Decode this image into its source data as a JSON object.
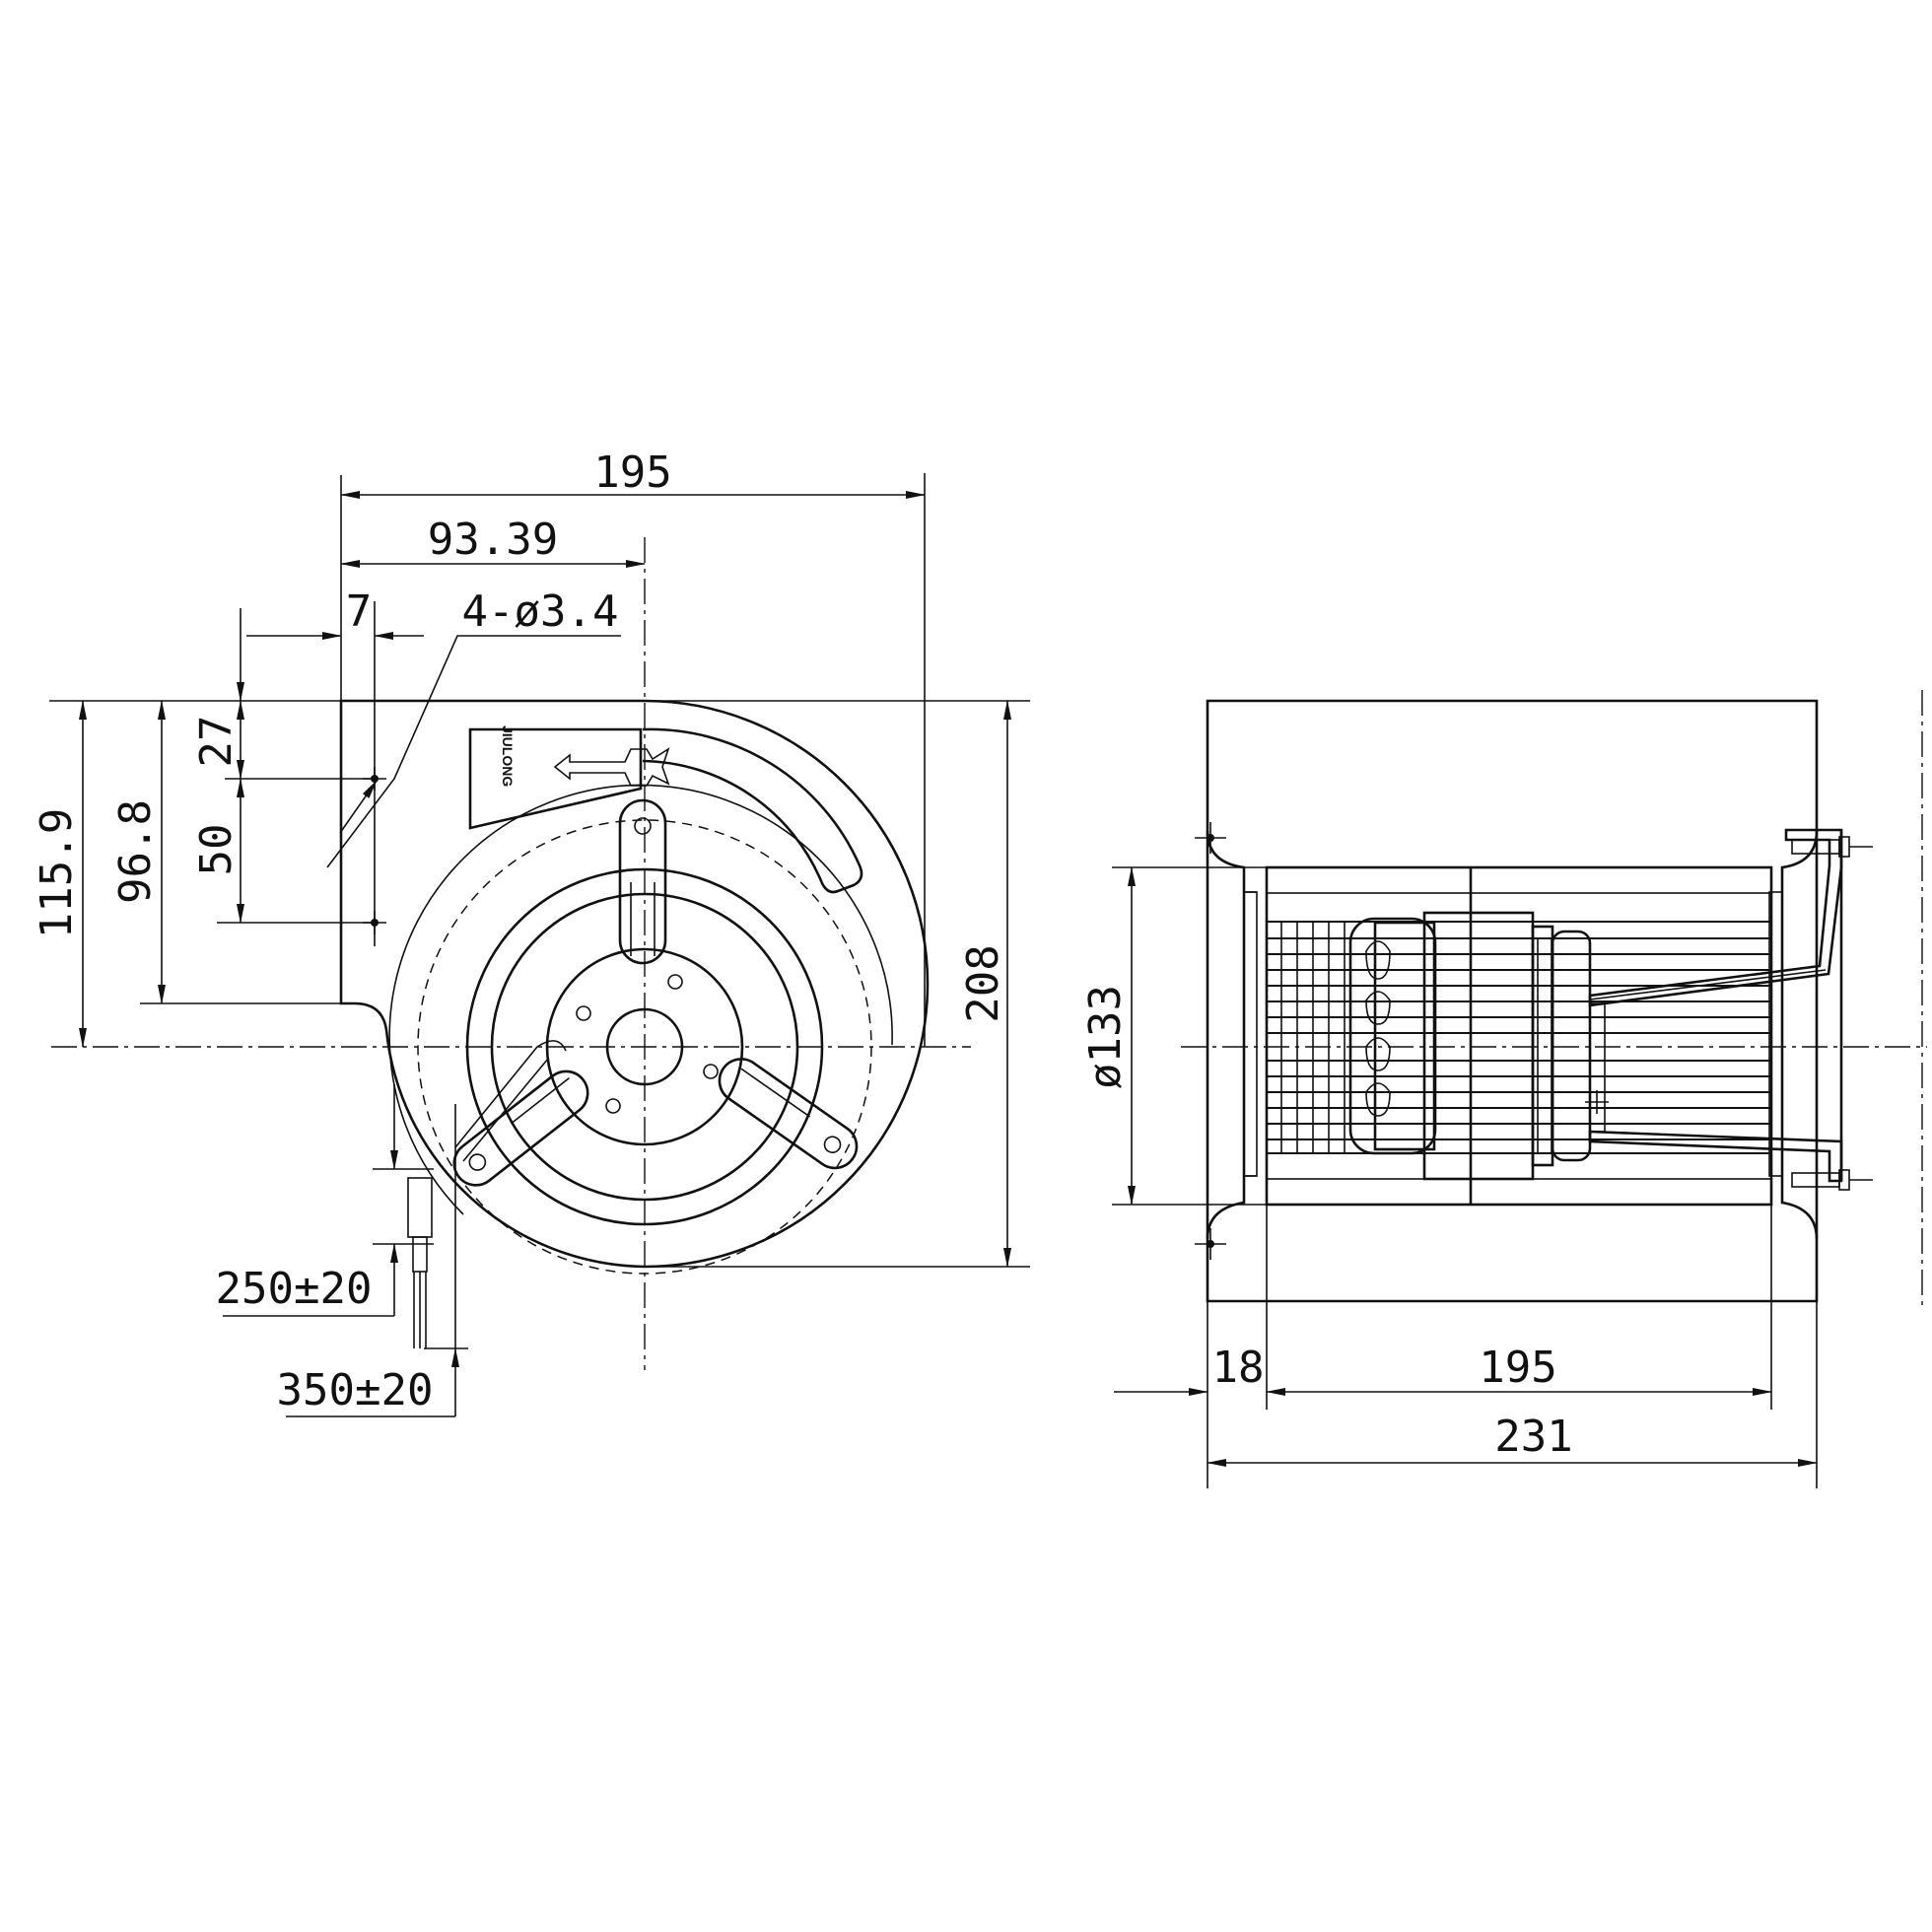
{
  "front_view": {
    "dim_width": "195",
    "dim_center": "93.39",
    "dim_hole_offset": "7",
    "dim_holes": "4-ø3.4",
    "dim_27": "27",
    "dim_50": "50",
    "dim_96_8": "96.8",
    "dim_115_9": "115.9",
    "dim_height": "208",
    "dim_lead_250": "250±20",
    "dim_lead_350": "350±20",
    "brand_label": "JIULONG"
  },
  "side_view": {
    "dim_diameter": "ø133",
    "dim_18": "18",
    "dim_195": "195",
    "dim_231": "231"
  }
}
